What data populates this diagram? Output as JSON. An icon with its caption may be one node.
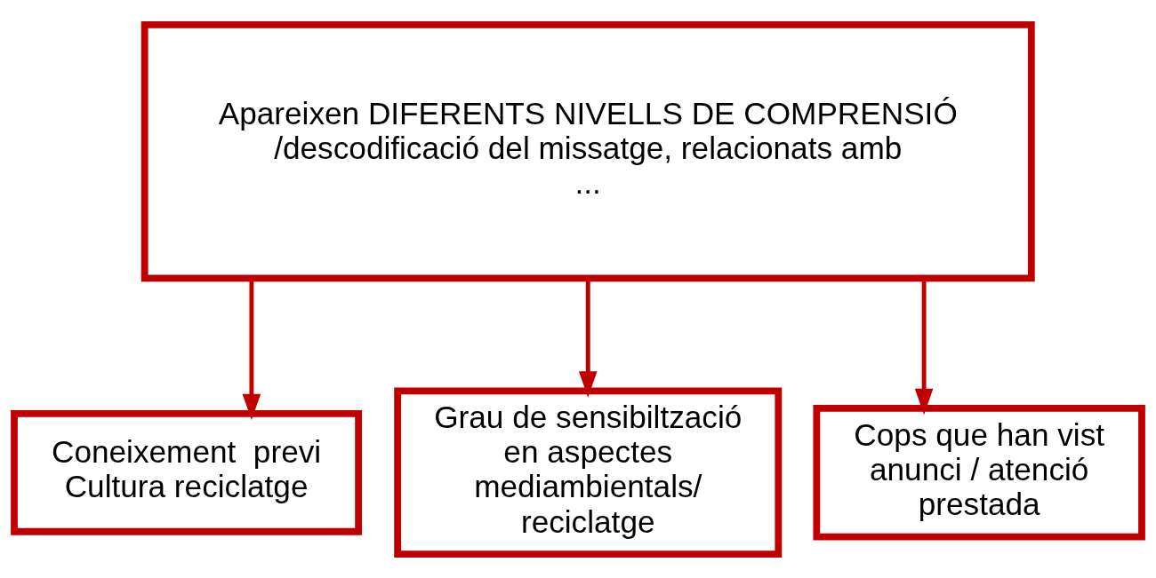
{
  "diagram": {
    "nodes": [
      {
        "text": [
          "Apareixen DIFERENTS NIVELLS DE COMPRENSIÓ /descodificació del missatge, relacionats amb ..."
        ]
      },
      {
        "text": [
          "Coneixement  previ",
          "Cultura reciclatge"
        ]
      },
      {
        "text": [
          "Grau de sensibiltzació en aspectes mediambientals/ reciclatge"
        ]
      },
      {
        "text": [
          "Cops que han vist anunci / atenció prestada"
        ]
      }
    ],
    "edges": [
      {
        "from": 0,
        "to": 1,
        "arrow": "to"
      },
      {
        "from": 0,
        "to": 2,
        "arrow": "to"
      },
      {
        "from": 0,
        "to": 3,
        "arrow": "to"
      }
    ]
  }
}
